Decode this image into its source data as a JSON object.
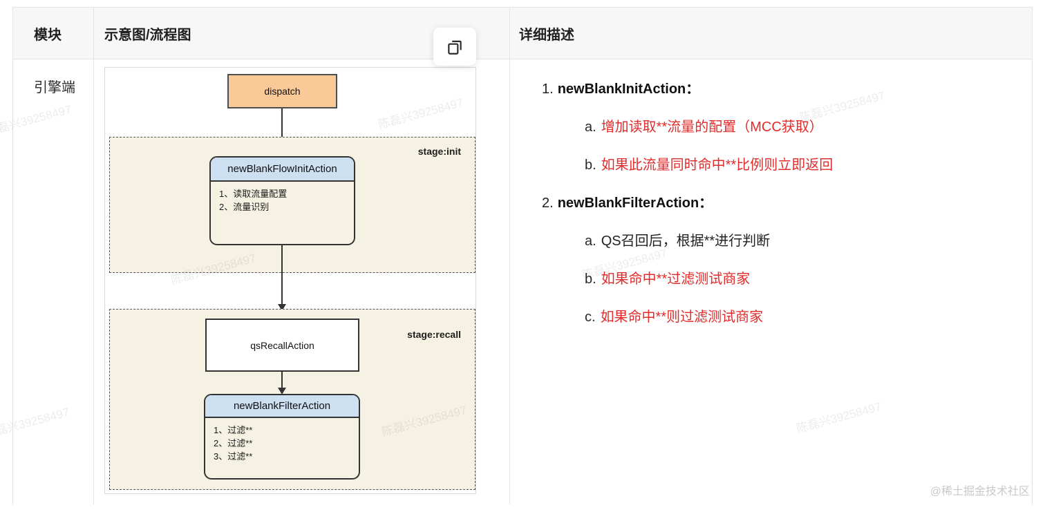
{
  "table": {
    "header": {
      "module": "模块",
      "diagram": "示意图/流程图",
      "description": "详细描述"
    },
    "module_cell": "引擎端"
  },
  "toolbar": {
    "copy_icon": "copy-icon"
  },
  "flowchart": {
    "nodes": {
      "dispatch": {
        "label": "dispatch"
      },
      "init_action": {
        "title": "newBlankFlowInitAction",
        "items": [
          "1、读取流量配置",
          "2、流量识别"
        ]
      },
      "qs_recall": {
        "label": "qsRecallAction"
      },
      "filter_action": {
        "title": "newBlankFilterAction",
        "items": [
          "1、过滤**",
          "2、过滤**",
          "3、过滤**"
        ]
      }
    },
    "stages": {
      "init": "stage:init",
      "recall": "stage:recall"
    }
  },
  "description": {
    "items": [
      {
        "num": "1.",
        "title": "newBlankInitAction：",
        "subs": [
          {
            "letter": "a.",
            "text": "增加读取**流量的配置（MCC获取）",
            "color": "red"
          },
          {
            "letter": "b.",
            "text": "如果此流量同时命中**比例则立即返回",
            "color": "red"
          }
        ]
      },
      {
        "num": "2.",
        "title": "newBlankFilterAction：",
        "subs": [
          {
            "letter": "a.",
            "text": "QS召回后，根据**进行判断",
            "color": "black"
          },
          {
            "letter": "b.",
            "text": "如果命中**过滤测试商家",
            "color": "red"
          },
          {
            "letter": "c.",
            "text": "如果命中**则过滤测试商家",
            "color": "red"
          }
        ]
      }
    ]
  },
  "watermarks": {
    "user": "陈磊兴39258497",
    "site": "@稀土掘金技术社区"
  },
  "colors": {
    "red_text": "#e22b2b",
    "node_header_blue": "#cde0f2",
    "dispatch_orange": "#f9c997",
    "stage_bg_cream": "#f6f2e3"
  }
}
